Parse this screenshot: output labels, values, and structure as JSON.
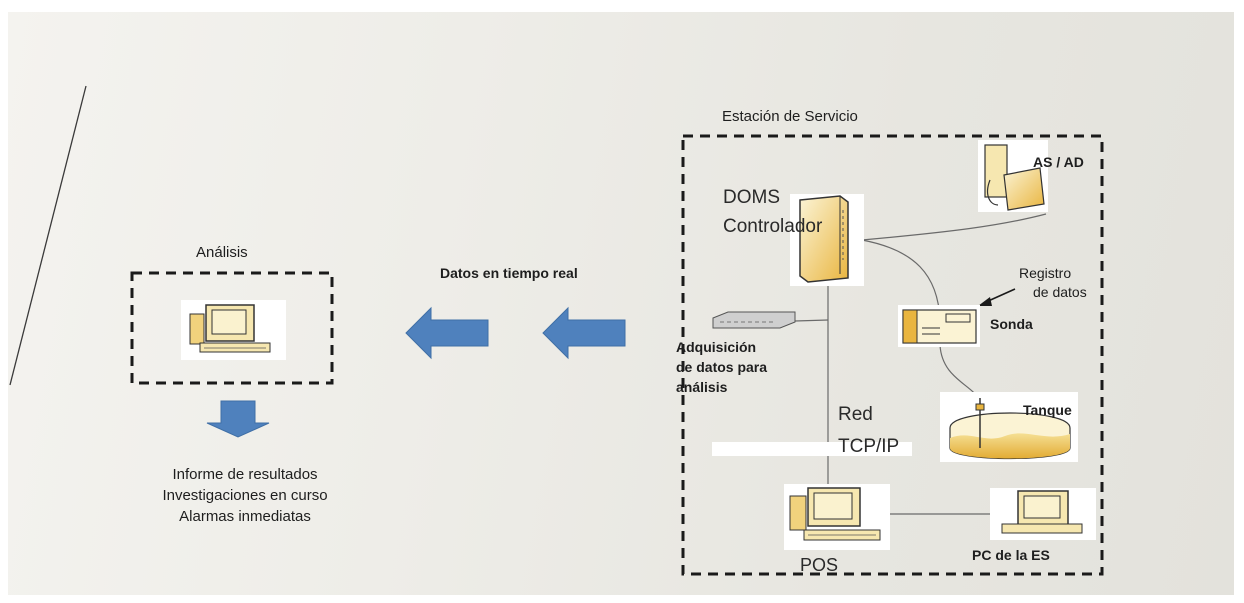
{
  "station": {
    "title": "Estación de Servicio"
  },
  "analysis": {
    "title": "Análisis",
    "results": [
      "Informe de resultados",
      "Investigaciones en curso",
      "Alarmas inmediatas"
    ]
  },
  "realtime": {
    "label": "Datos en tiempo real"
  },
  "controller": {
    "line1": "DOMS",
    "line2": "Controlador"
  },
  "dispenser": {
    "label": "AS / AD"
  },
  "datalog": {
    "line1": "Registro",
    "line2": "de datos"
  },
  "probe": {
    "label": "Sonda"
  },
  "tank": {
    "label": "Tanque"
  },
  "acquisition": {
    "line1": "Adquisición",
    "line2": "de datos para",
    "line3": "análisis"
  },
  "network": {
    "line1": "Red",
    "line2": "TCP/IP"
  },
  "pos": {
    "label": "POS"
  },
  "station_pc": {
    "label": "PC de la ES"
  },
  "colors": {
    "arrow_blue": "#4f81bd",
    "device_cream": "#f6e7b0",
    "device_gold": "#e9b53f",
    "box_dash": "#1a1a1a"
  }
}
